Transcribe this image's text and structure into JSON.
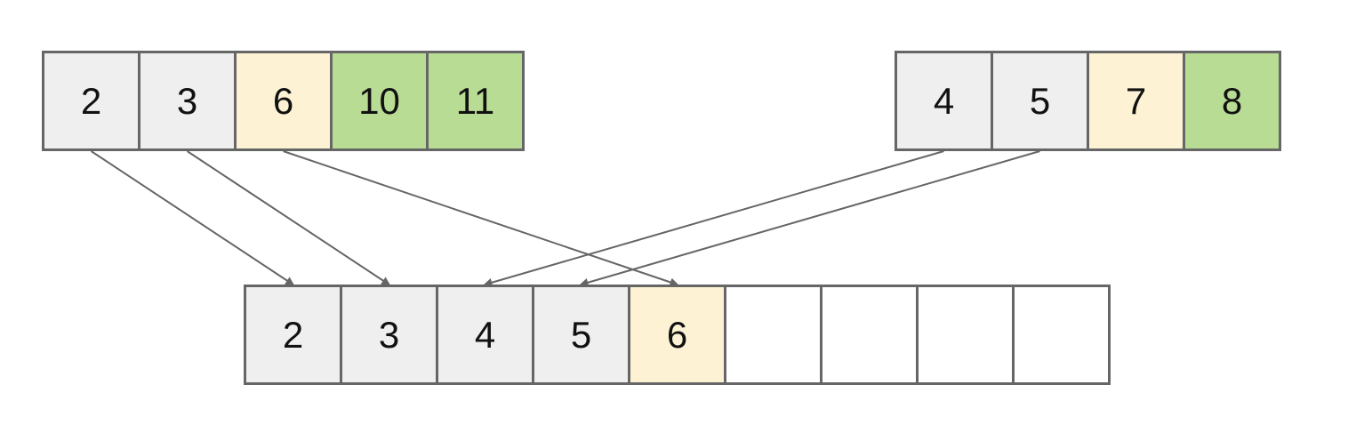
{
  "arrays": {
    "left": {
      "cells": [
        {
          "value": "2",
          "state": "gray"
        },
        {
          "value": "3",
          "state": "gray"
        },
        {
          "value": "6",
          "state": "yellow"
        },
        {
          "value": "10",
          "state": "green"
        },
        {
          "value": "11",
          "state": "green"
        }
      ]
    },
    "right": {
      "cells": [
        {
          "value": "4",
          "state": "gray"
        },
        {
          "value": "5",
          "state": "gray"
        },
        {
          "value": "7",
          "state": "yellow"
        },
        {
          "value": "8",
          "state": "green"
        }
      ]
    },
    "merged": {
      "cells": [
        {
          "value": "2",
          "state": "gray"
        },
        {
          "value": "3",
          "state": "gray"
        },
        {
          "value": "4",
          "state": "gray"
        },
        {
          "value": "5",
          "state": "gray"
        },
        {
          "value": "6",
          "state": "yellow"
        },
        {
          "value": "",
          "state": "empty"
        },
        {
          "value": "",
          "state": "empty"
        },
        {
          "value": "",
          "state": "empty"
        },
        {
          "value": "",
          "state": "empty"
        }
      ]
    }
  },
  "arrows": [
    {
      "from": "left",
      "from_index": 0,
      "to_index": 0
    },
    {
      "from": "left",
      "from_index": 1,
      "to_index": 1
    },
    {
      "from": "left",
      "from_index": 2,
      "to_index": 4
    },
    {
      "from": "right",
      "from_index": 0,
      "to_index": 2
    },
    {
      "from": "right",
      "from_index": 1,
      "to_index": 3
    }
  ],
  "colors": {
    "gray": "#efefef",
    "yellow": "#fdf3d4",
    "green": "#b9dc95",
    "empty": "#ffffff",
    "border": "#666666",
    "arrow": "#666666"
  }
}
